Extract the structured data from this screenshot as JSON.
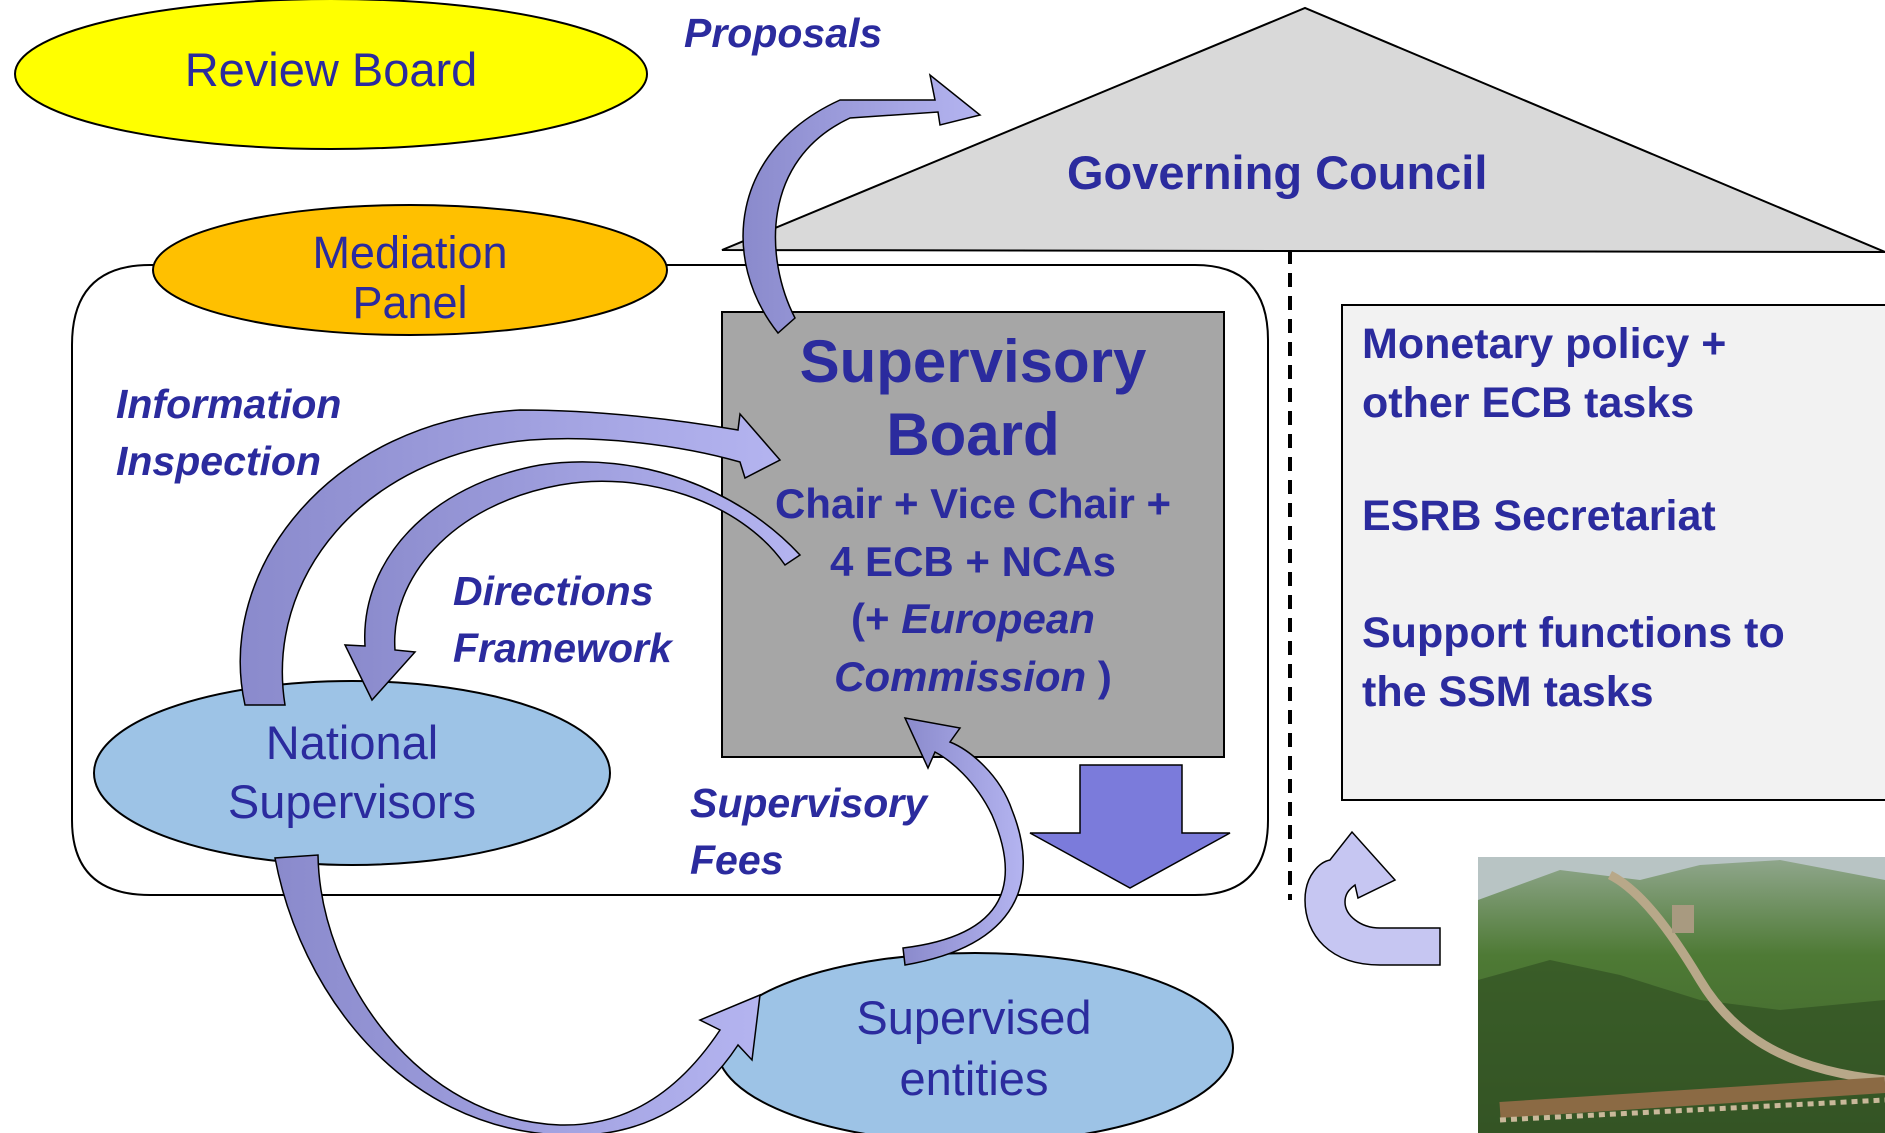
{
  "nodes": {
    "review_board": "Review Board",
    "mediation_panel": [
      "Mediation",
      "Panel"
    ],
    "governing_council": "Governing Council",
    "national_supervisors": [
      "National",
      "Supervisors"
    ],
    "supervised_entities": [
      "Supervised",
      "entities"
    ]
  },
  "supervisory_board": {
    "title": [
      "Supervisory",
      "Board"
    ],
    "members": [
      "Chair + Vice Chair +",
      "4 ECB + NCAs"
    ],
    "ec_open": "(+ ",
    "ec_italic_1": "European",
    "ec_italic_2": "Commission",
    "ec_close": " )"
  },
  "flows": {
    "proposals": "Proposals",
    "information_inspection": [
      "Information",
      "Inspection"
    ],
    "directions_framework": [
      "Directions",
      "Framework"
    ],
    "supervisory_fees": [
      "Supervisory",
      "Fees"
    ]
  },
  "ecb_tasks": [
    "Monetary policy +",
    "other ECB tasks",
    "ESRB Secretariat",
    "Support functions to",
    "the SSM tasks"
  ],
  "colors": {
    "text": "#2B2B9E",
    "review_board": "#FFFF00",
    "mediation_panel": "#FFC000",
    "supervisor_ellipses": "#9DC3E6",
    "supervisory_board_box": "#A6A6A6",
    "governing_council_roof": "#D9D9D9",
    "arrow_fill": "#A9A9E8",
    "down_arrow": "#7B7BDB"
  }
}
